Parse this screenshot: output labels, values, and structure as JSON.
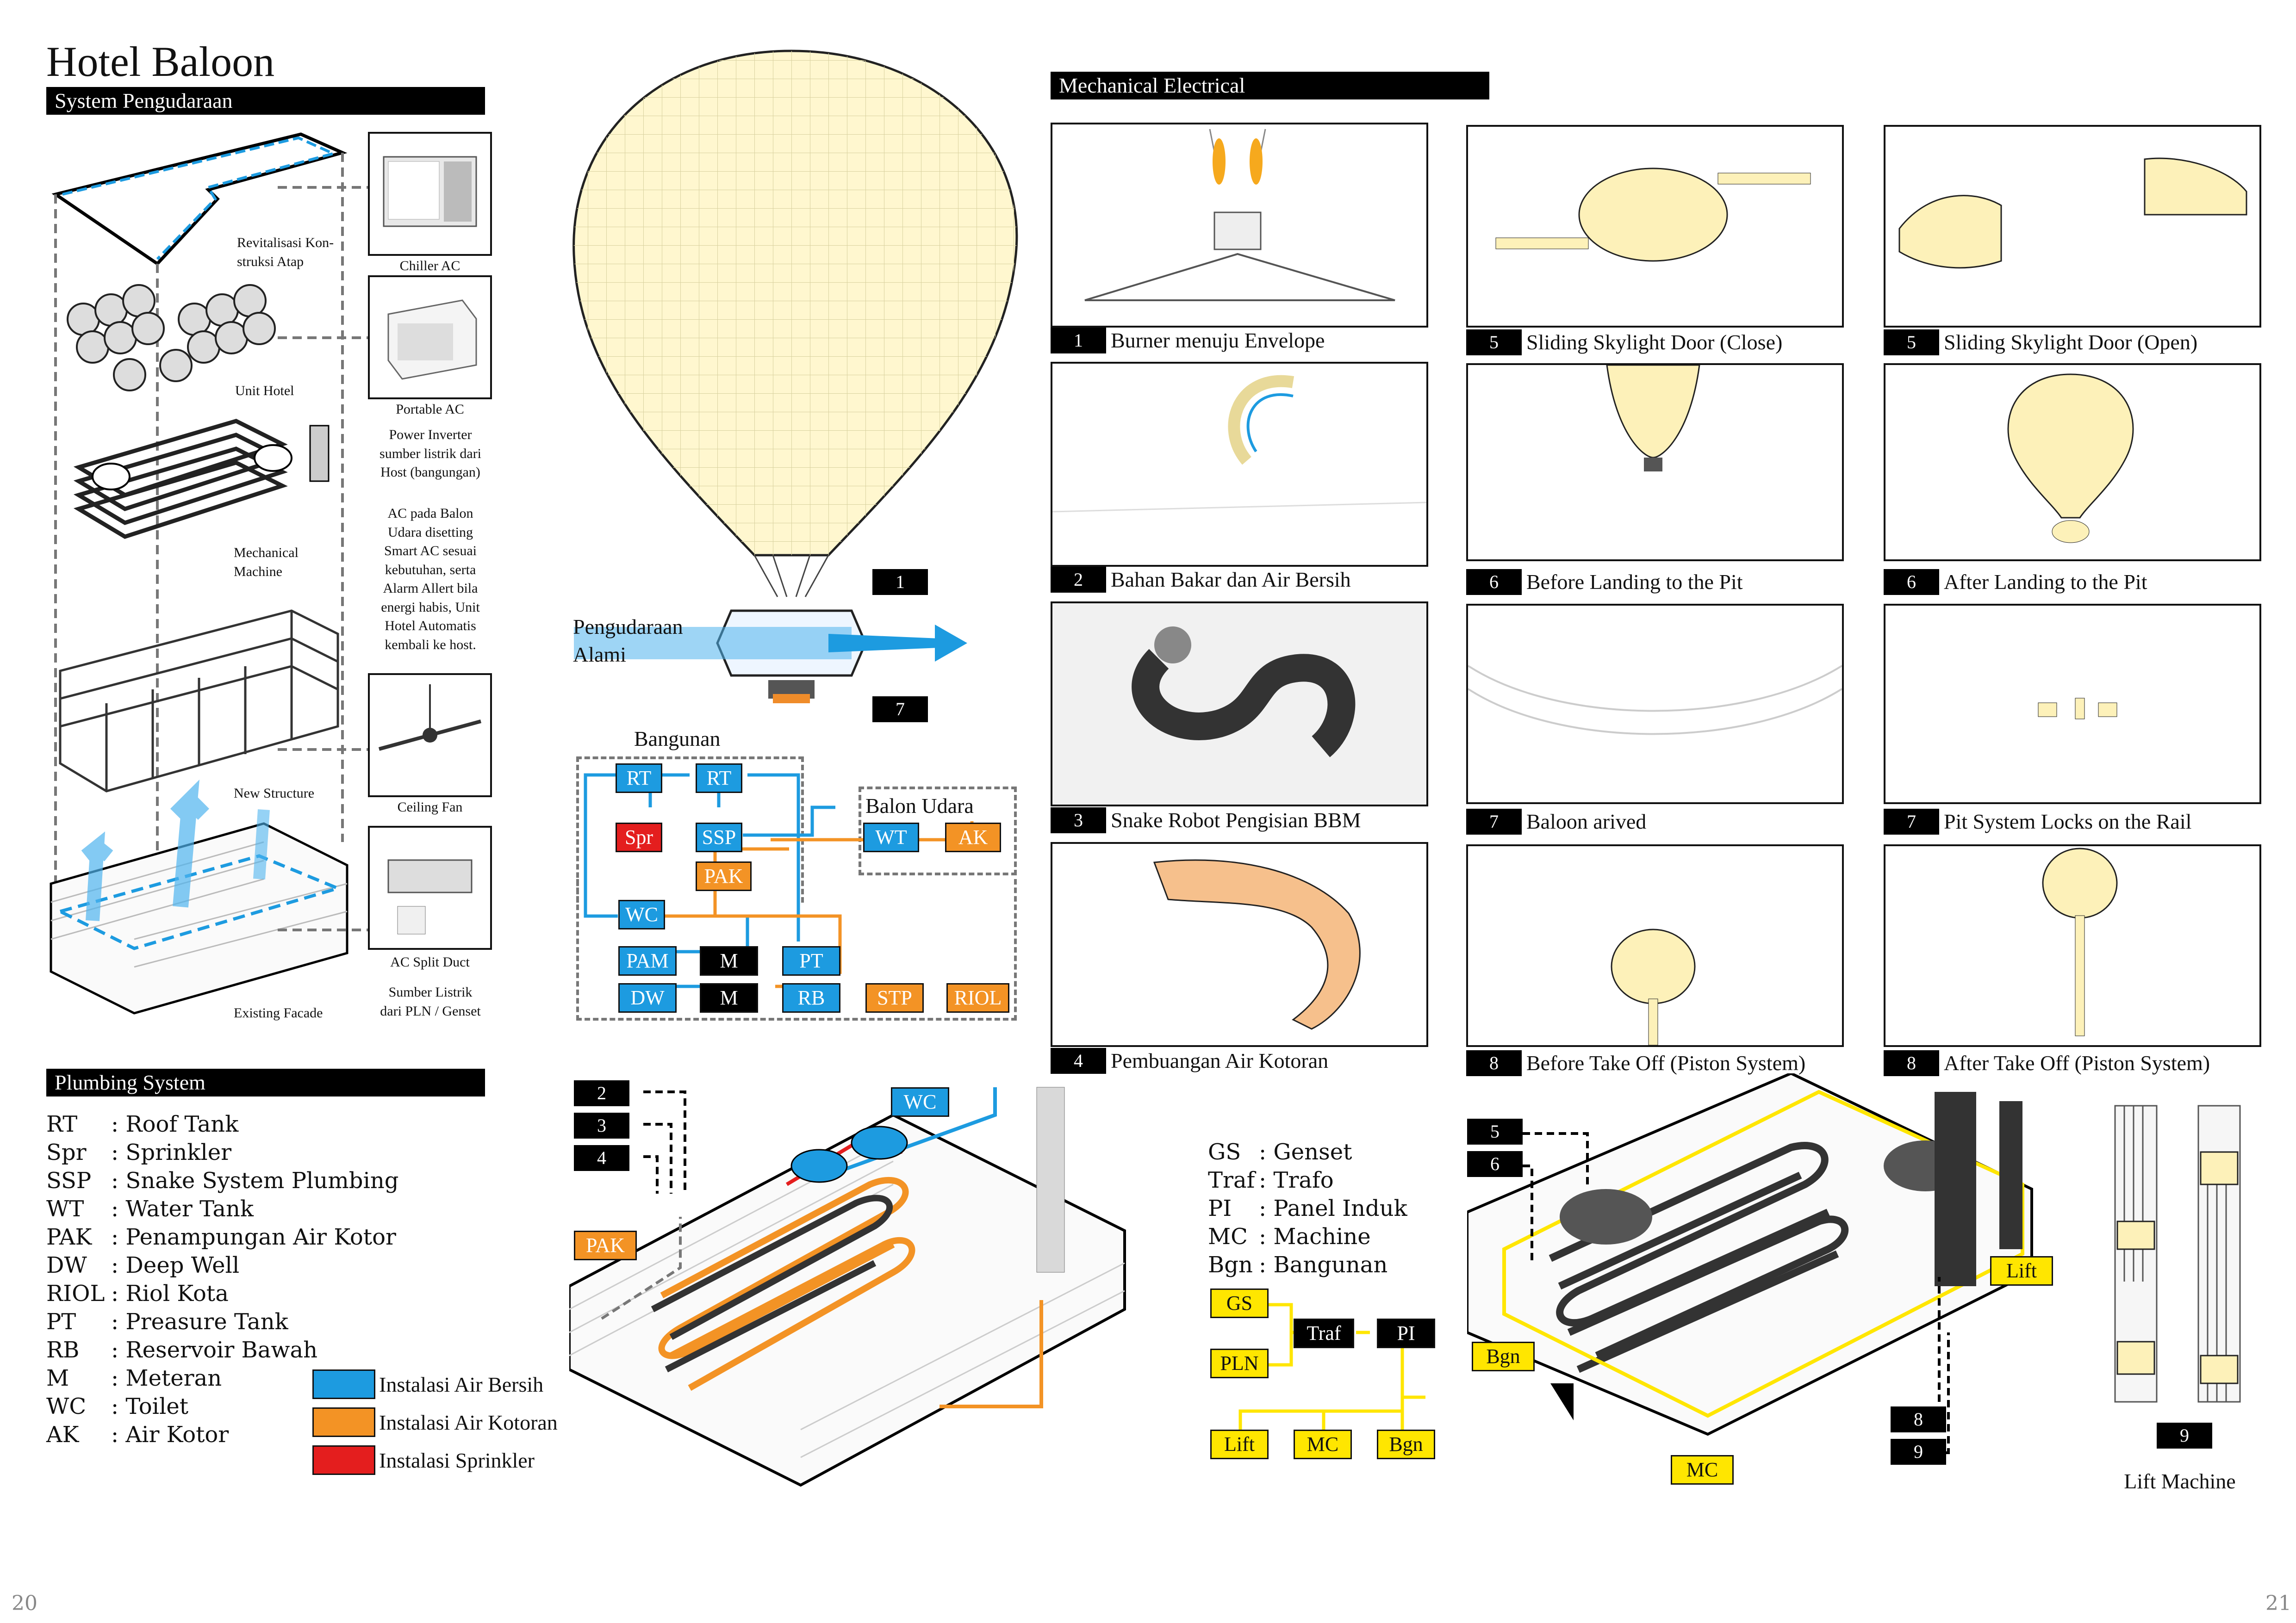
{
  "title": "Hotel Baloon",
  "sections": {
    "air": "System Pengudaraan",
    "plumbing": "Plumbing System",
    "me": "Mechanical Electrical"
  },
  "air_labels": {
    "roof": "Revitalisasi Kon-\nstruksi Atap",
    "unit": "Unit Hotel",
    "mechanical": "Mechanical\nMachine",
    "structure": "New Structure",
    "facade": "Existing Facade",
    "chiller": "Chiller AC",
    "portable": "Portable AC",
    "ceiling": "Ceiling Fan",
    "split": "AC Split Duct",
    "note1": "Power Inverter\nsumber listrik dari\nHost (bangungan)",
    "note2": "AC pada Balon\nUdara disetting\nSmart AC sesuai\nkebutuhan, serta\nAlarm Allert bila\nenergi habis, Unit\nHotel Automatis\nkembali ke host.",
    "note3": "Sumber Listrik\ndari PLN / Genset"
  },
  "balloon": {
    "vent_label": "Pengudaraan\nAlami",
    "tag1": "1",
    "tag7": "7"
  },
  "plumb_diagram": {
    "bangunan": "Bangunan",
    "balon": "Balon Udara",
    "nodes": {
      "rt1": "RT",
      "rt2": "RT",
      "spr": "Spr",
      "ssp": "SSP",
      "wt": "WT",
      "ak": "AK",
      "pak": "PAK",
      "wc": "WC",
      "pam": "PAM",
      "m1": "M",
      "pt": "PT",
      "dw": "DW",
      "m2": "M",
      "rb": "RB",
      "stp": "STP",
      "riol": "RIOL"
    }
  },
  "plumb_legend": [
    {
      "k": "RT",
      "v": ": Roof Tank"
    },
    {
      "k": "Spr",
      "v": ": Sprinkler"
    },
    {
      "k": "SSP",
      "v": ": Snake System Plumbing"
    },
    {
      "k": "WT",
      "v": ": Water Tank"
    },
    {
      "k": "PAK",
      "v": ": Penampungan Air Kotor"
    },
    {
      "k": "DW",
      "v": ": Deep Well"
    },
    {
      "k": "RIOL",
      "v": ": Riol Kota"
    },
    {
      "k": "PT",
      "v": ": Preasure Tank"
    },
    {
      "k": "RB",
      "v": ": Reservoir Bawah"
    },
    {
      "k": "M",
      "v": ": Meteran"
    },
    {
      "k": "WC",
      "v": ": Toilet"
    },
    {
      "k": "AK",
      "v": ": Air Kotor"
    }
  ],
  "install_legend": [
    {
      "label": "Instalasi Air Bersih",
      "color": "#1d9be0"
    },
    {
      "label": "Instalasi Air Kotoran",
      "color": "#f39325"
    },
    {
      "label": "Instalasi Sprinkler",
      "color": "#e41e1e"
    }
  ],
  "plumb_iso_tags": {
    "t2": "2",
    "t3": "3",
    "t4": "4",
    "wc": "WC",
    "pak": "PAK"
  },
  "me_captions": [
    {
      "num": "1",
      "text": "Burner menuju Envelope"
    },
    {
      "num": "5",
      "text": "Sliding Skylight Door (Close)"
    },
    {
      "num": "5",
      "text": "Sliding Skylight Door (Open)"
    },
    {
      "num": "2",
      "text": "Bahan Bakar dan Air Bersih"
    },
    {
      "num": "6",
      "text": "Before Landing to the Pit"
    },
    {
      "num": "6",
      "text": "After Landing to the Pit"
    },
    {
      "num": "3",
      "text": "Snake Robot Pengisian BBM"
    },
    {
      "num": "7",
      "text": "Baloon arived"
    },
    {
      "num": "7",
      "text": "Pit System Locks on the Rail"
    },
    {
      "num": "4",
      "text": "Pembuangan Air Kotoran"
    },
    {
      "num": "8",
      "text": "Before Take Off (Piston System)"
    },
    {
      "num": "8",
      "text": "After Take Off (Piston System)"
    }
  ],
  "elec_legend": [
    {
      "k": "GS",
      "v": ": Genset"
    },
    {
      "k": "Traf",
      "v": ": Trafo"
    },
    {
      "k": "PI",
      "v": ": Panel Induk"
    },
    {
      "k": "MC",
      "v": ": Machine"
    },
    {
      "k": "Bgn",
      "v": ": Bangunan"
    }
  ],
  "elec_nodes": {
    "gs": "GS",
    "traf": "Traf",
    "pi": "PI",
    "pln": "PLN",
    "lift": "Lift",
    "mc": "MC",
    "bgn": "Bgn"
  },
  "me_iso_tags": {
    "t5": "5",
    "t6": "6",
    "t8": "8",
    "t9": "9",
    "lift": "Lift",
    "bgn": "Bgn",
    "mc": "MC"
  },
  "lift_machine": {
    "tag": "9",
    "label": "Lift Machine"
  },
  "page_numbers": {
    "left": "20",
    "right": "21"
  }
}
